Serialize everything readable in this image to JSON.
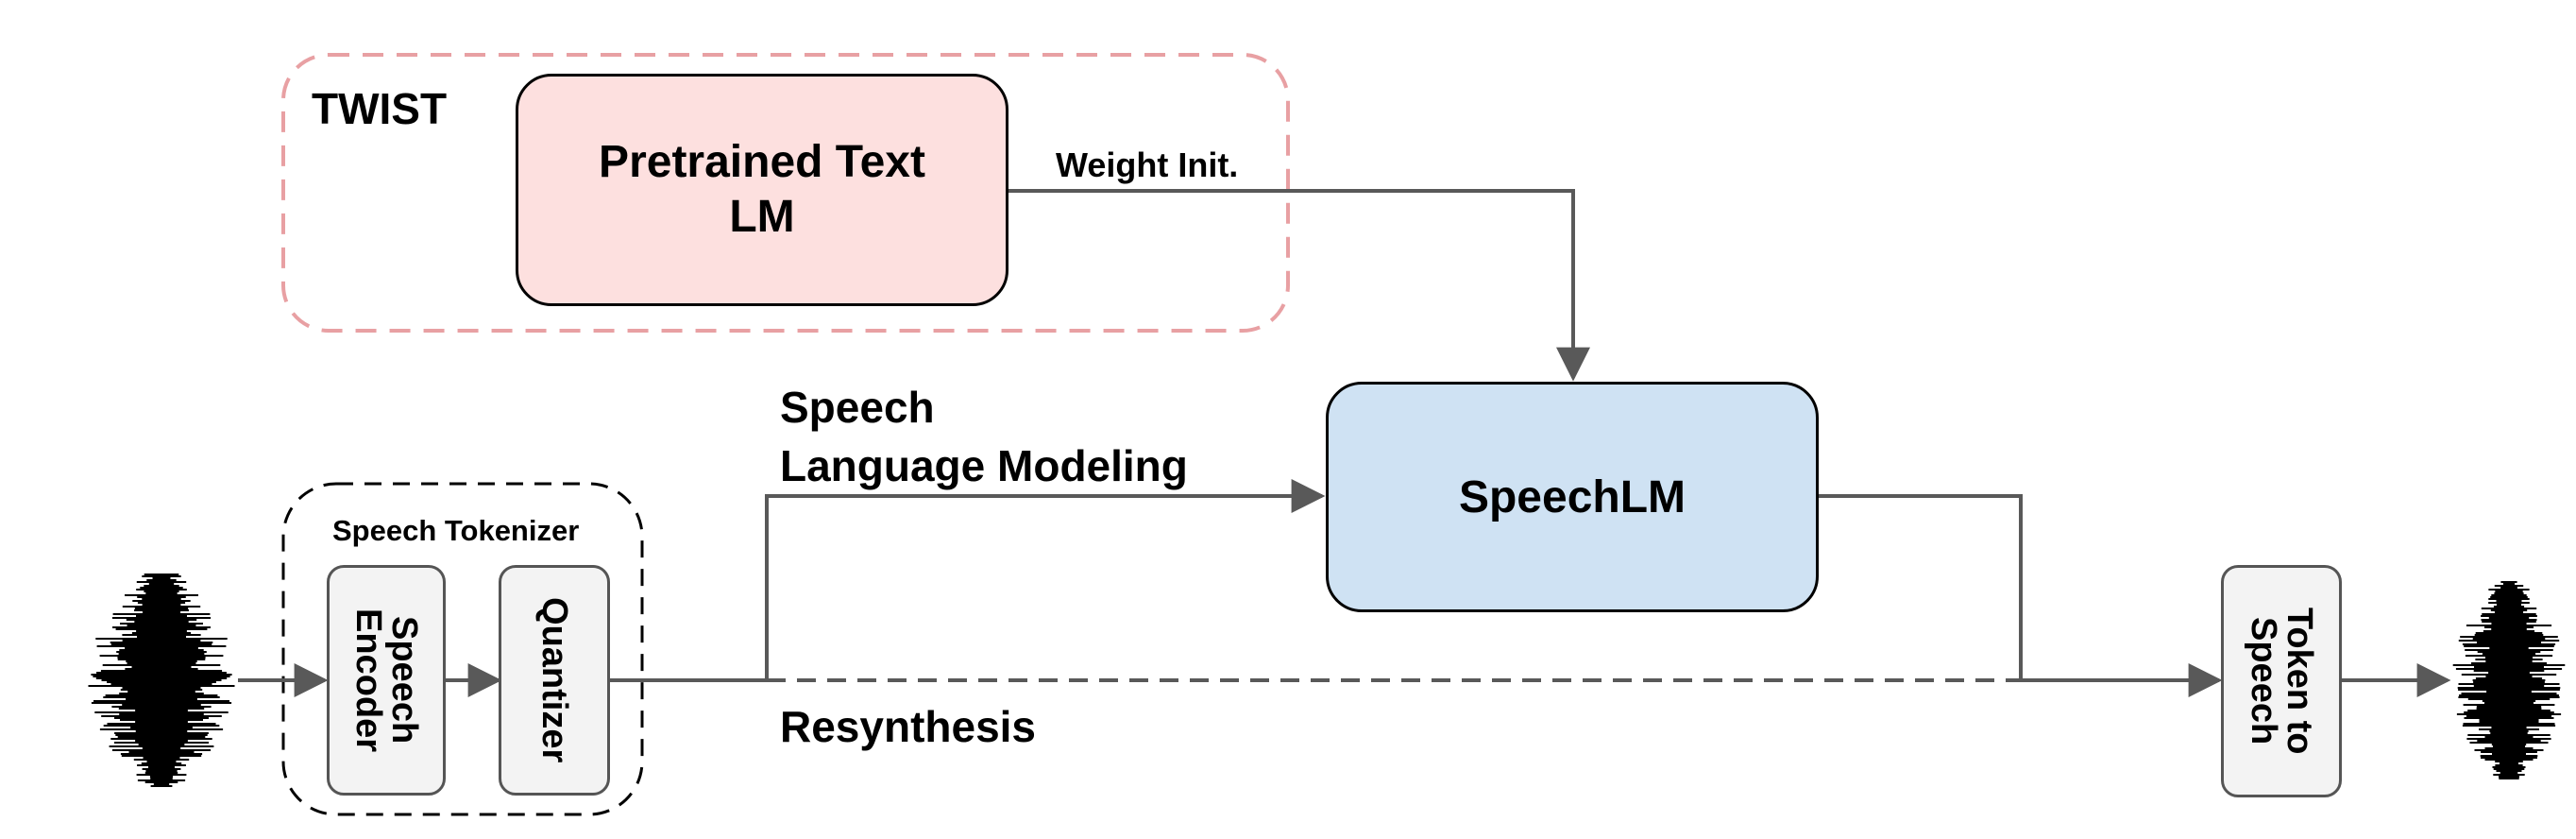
{
  "twist_group": {
    "label": "TWIST",
    "border_color": "#e8a0a3"
  },
  "pretrained_box": {
    "line1": "Pretrained Text",
    "line2": "LM",
    "fill": "#fde0df"
  },
  "weight_init": {
    "label": "Weight Init."
  },
  "speechlm_box": {
    "label": "SpeechLM",
    "fill": "#cfe2f3"
  },
  "speech_lm_path": {
    "line1": "Speech",
    "line2": "Language Modeling"
  },
  "resynthesis_path": {
    "label": "Resynthesis"
  },
  "tokenizer_group": {
    "label": "Speech Tokenizer"
  },
  "speech_encoder_box": {
    "line1": "Speech",
    "line2": "Encoder",
    "fill": "#f3f3f3"
  },
  "quantizer_box": {
    "label": "Quantizer",
    "fill": "#f3f3f3"
  },
  "token_to_speech_box": {
    "line1": "Token to",
    "line2": "Speech",
    "fill": "#f3f3f3"
  },
  "icons": {
    "input": "waveform-icon",
    "output": "waveform-icon"
  }
}
